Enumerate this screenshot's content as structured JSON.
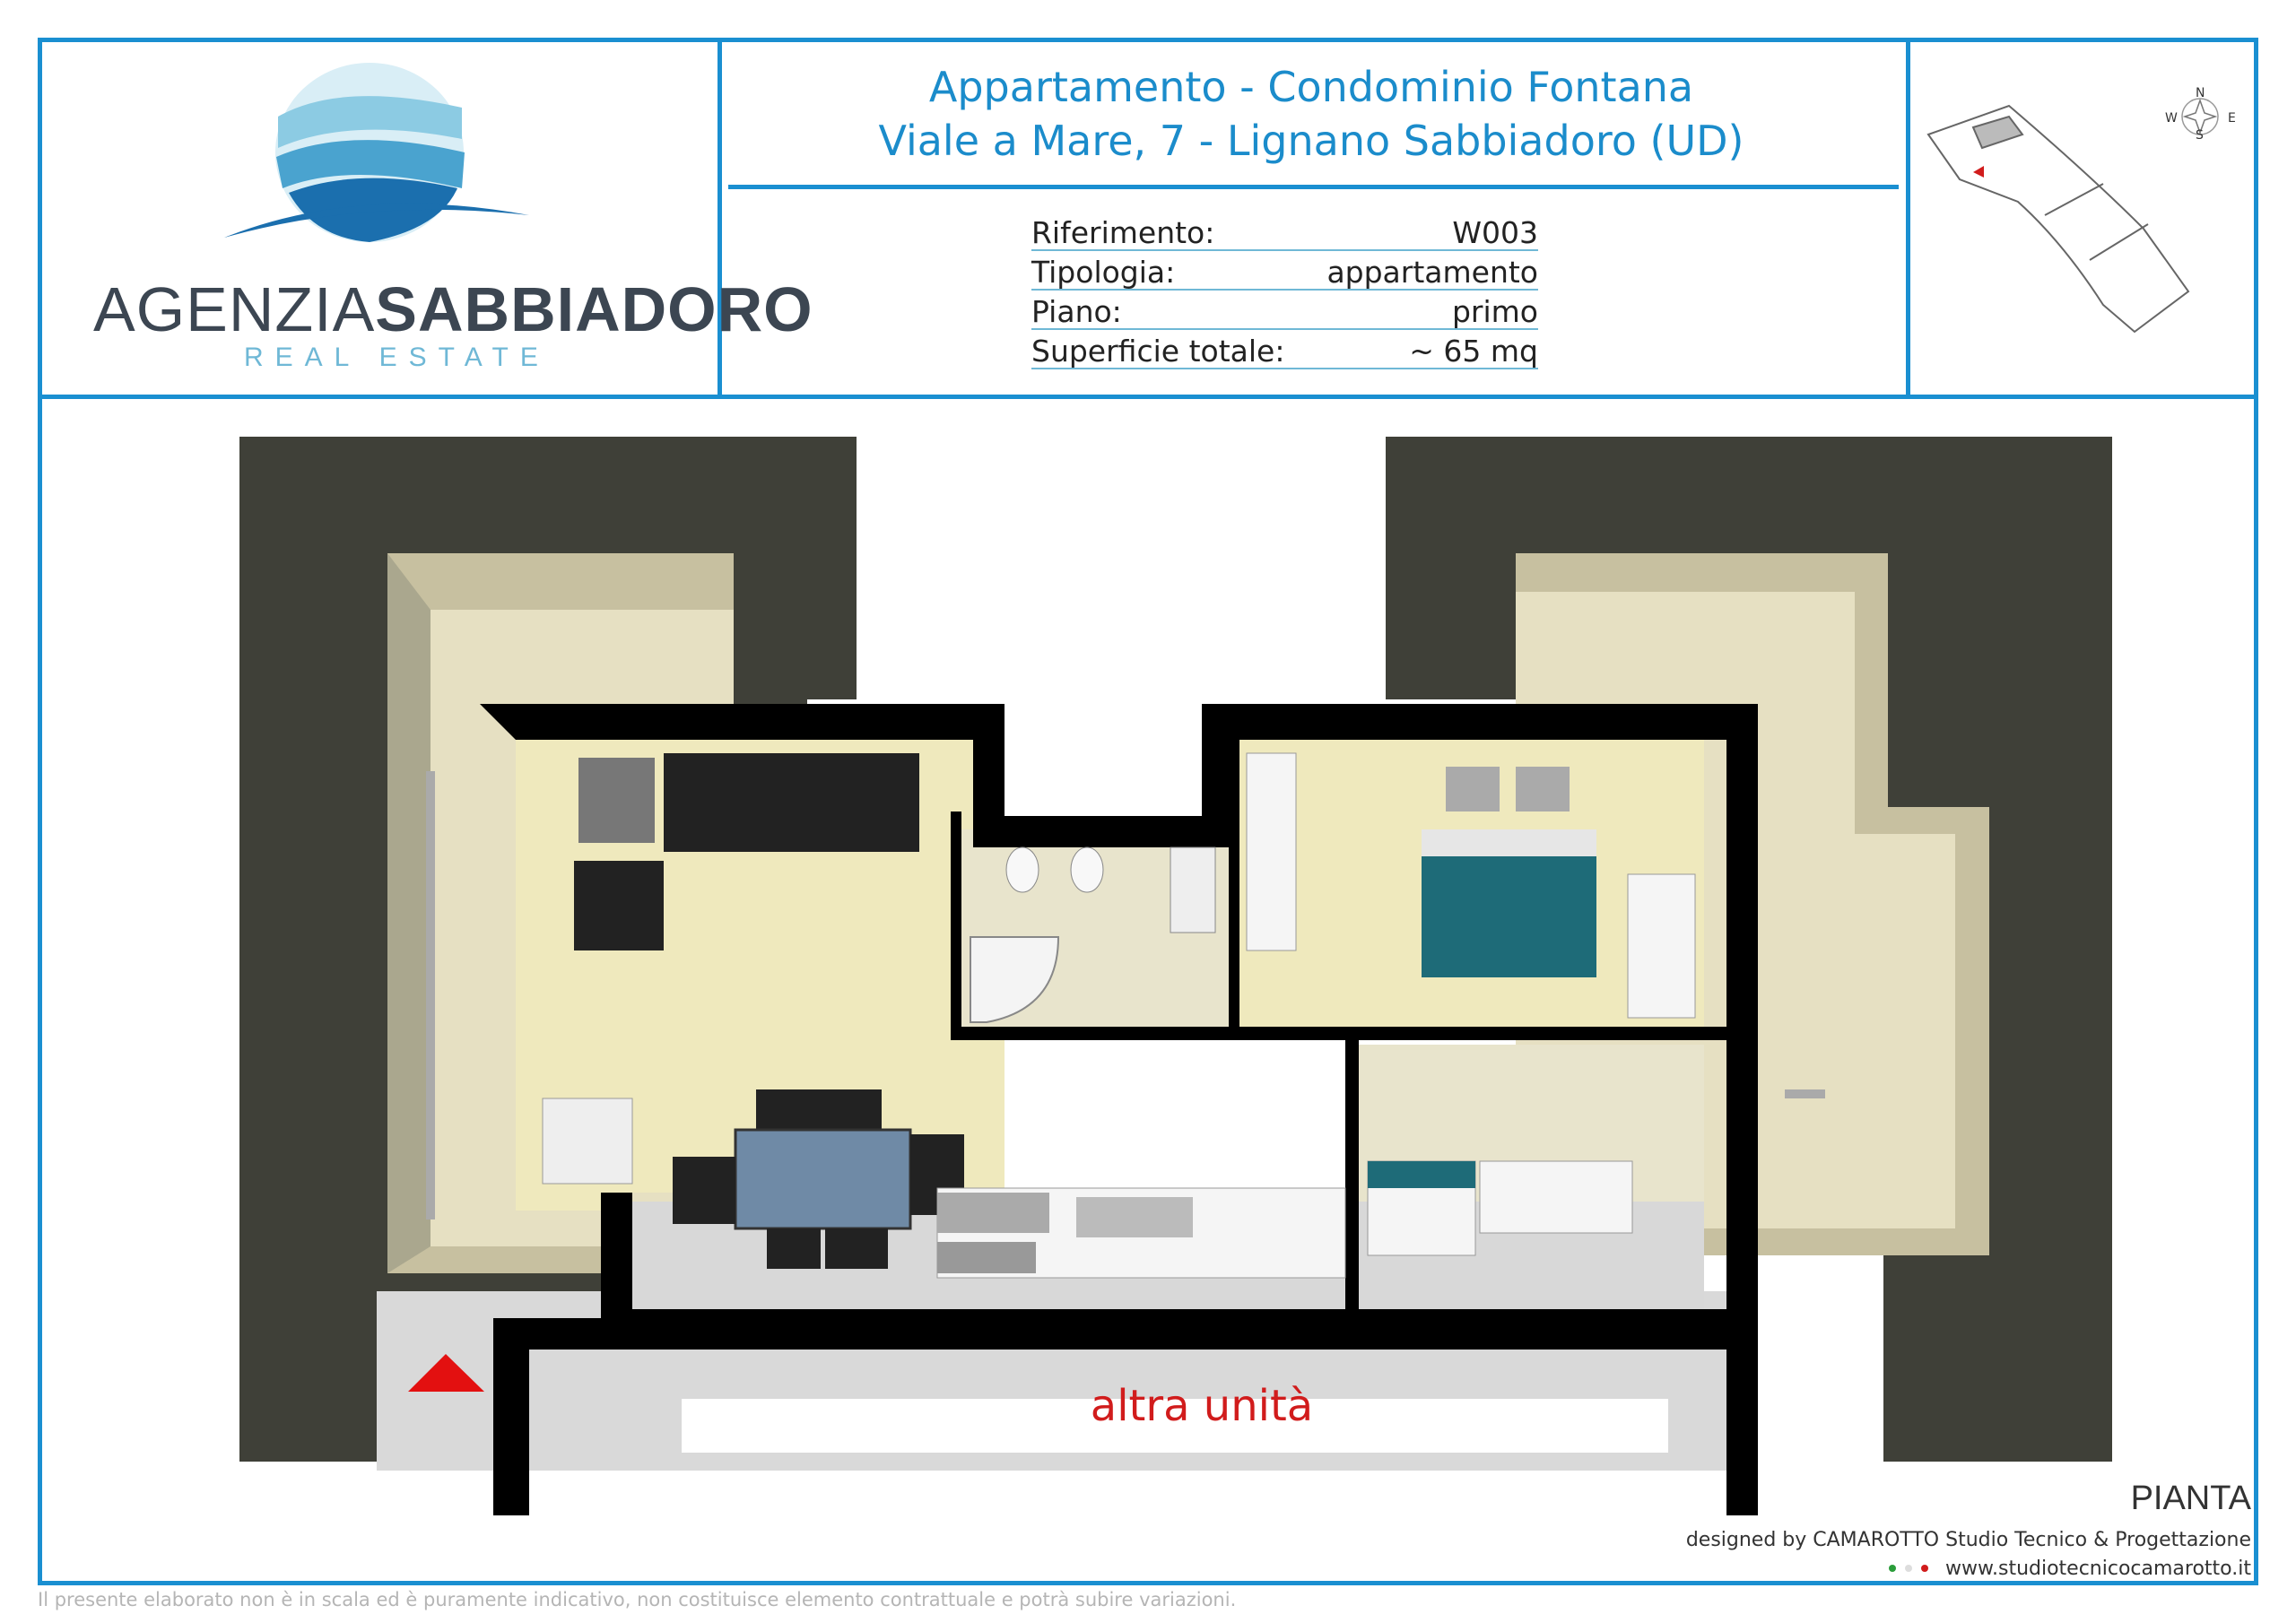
{
  "header": {
    "title_line1": "Appartamento - Condominio Fontana",
    "title_line2": "Viale a Mare, 7 - Lignano Sabbiadoro (UD)"
  },
  "logo": {
    "brand_light": "AGENZIA",
    "brand_bold": "SABBIADORO",
    "tagline": "REAL ESTATE",
    "colors": {
      "dark_blue": "#1b6fae",
      "light_blue": "#8ccbe3",
      "text": "#3c4652"
    }
  },
  "info": [
    {
      "label": "Riferimento:",
      "value": "W003"
    },
    {
      "label": "Tipologia:",
      "value": "appartamento"
    },
    {
      "label": "Piano:",
      "value": "primo"
    },
    {
      "label": "Superficie totale:",
      "value": "~ 65 mq"
    }
  ],
  "compass": {
    "n": "N",
    "s": "S",
    "e": "E",
    "w": "W"
  },
  "plan": {
    "other_unit_label": "altra unità",
    "section_label": "PIANTA"
  },
  "footer": {
    "designed_by": "designed by CAMAROTTO Studio Tecnico & Progettazione",
    "website": "www.studiotecnicocamarotto.it",
    "disclaimer": "Il presente elaborato non è in scala ed è puramente indicativo, non costituisce elemento contrattuale e potrà subire variazioni."
  },
  "colors": {
    "frame": "#1a8fd1",
    "accent_red": "#d11c1c"
  }
}
